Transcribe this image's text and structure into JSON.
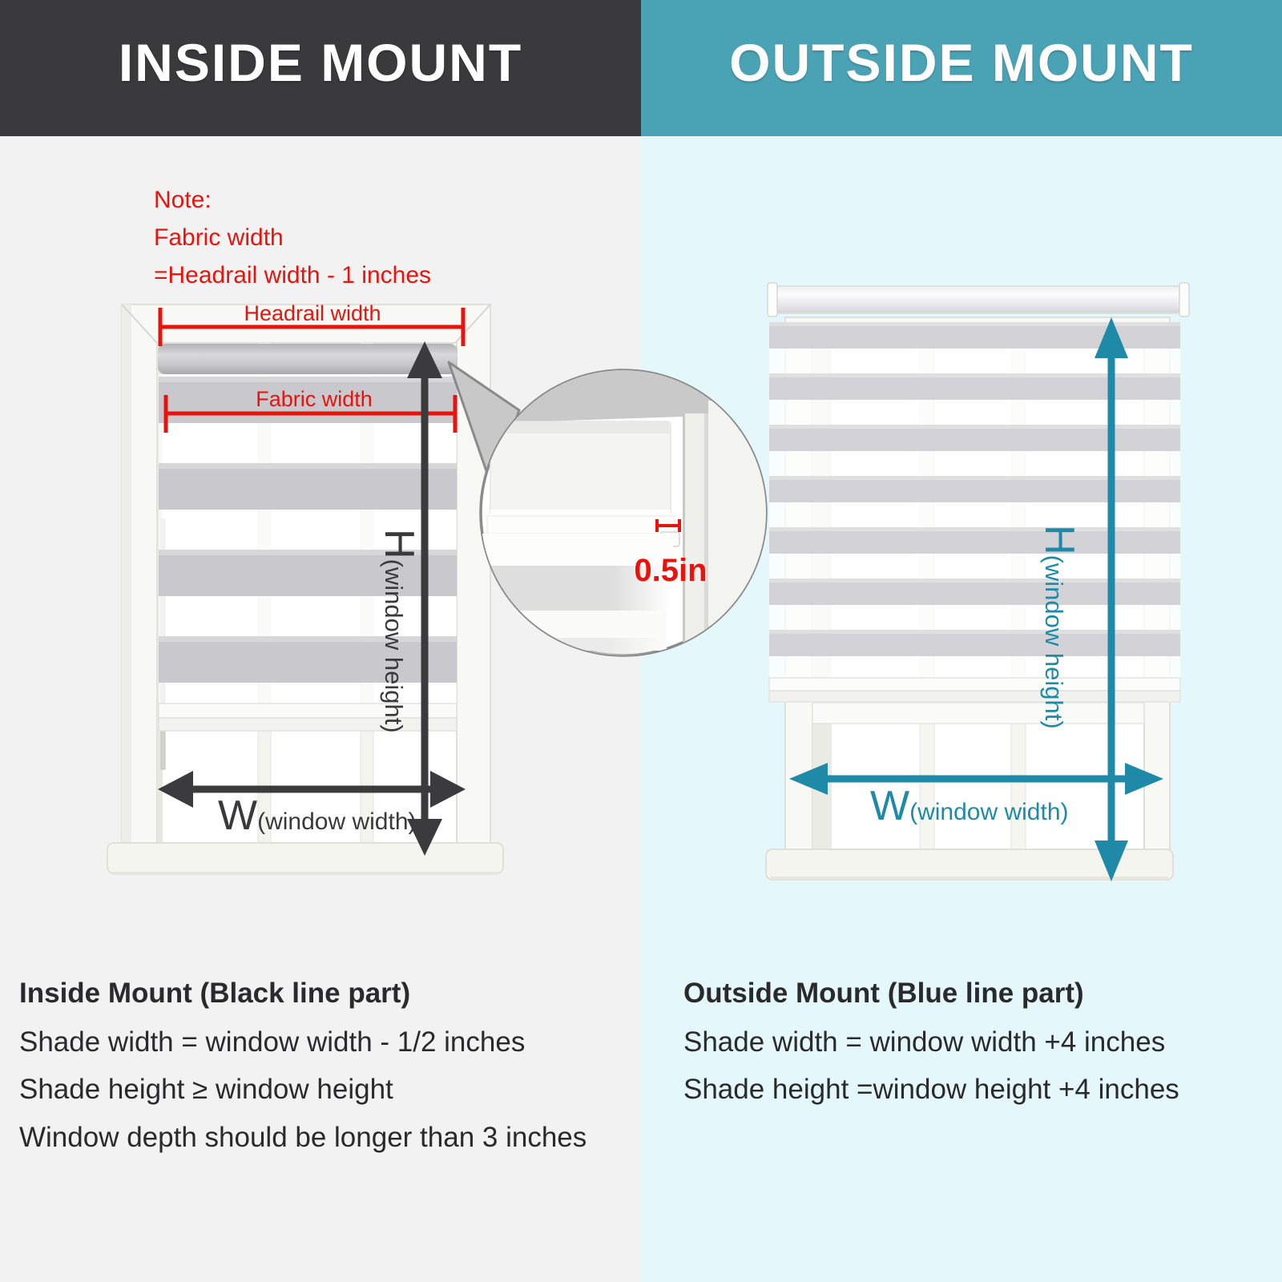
{
  "header": {
    "inside_title": "INSIDE MOUNT",
    "outside_title": "OUTSIDE MOUNT"
  },
  "inside": {
    "note_line1": "Note:",
    "note_line2": "Fabric width",
    "note_line3": "=Headrail width - 1 inches",
    "headrail_width_label": "Headrail width",
    "fabric_width_label": "Fabric width",
    "height_label_h": "H",
    "height_label_sub": "(window height)",
    "width_label_w": "W",
    "width_label_sub": "(window width)",
    "caption_title": "Inside Mount (Black line part)",
    "caption_line1": "Shade width = window width - 1/2 inches",
    "caption_line2": "Shade height ≥ window height",
    "caption_line3": "Window depth should be longer than 3 inches"
  },
  "inset": {
    "gap_label": "0.5in"
  },
  "outside": {
    "height_label_h": "H",
    "height_label_sub": "(window height)",
    "width_label_w": "W",
    "width_label_sub": "(window width)",
    "caption_title": "Outside Mount (Blue line part)",
    "caption_line1": "Shade width = window width +4 inches",
    "caption_line2": "Shade height =window height +4 inches"
  },
  "colors": {
    "dark": "#3a3a3c",
    "teal-header": "#4aa3b5",
    "teal": "#1e8aa8",
    "red": "#e9130d",
    "bg-left": "#f2f2f2",
    "bg-right": "#e4f8fc",
    "ink": "#2a2a2c"
  }
}
